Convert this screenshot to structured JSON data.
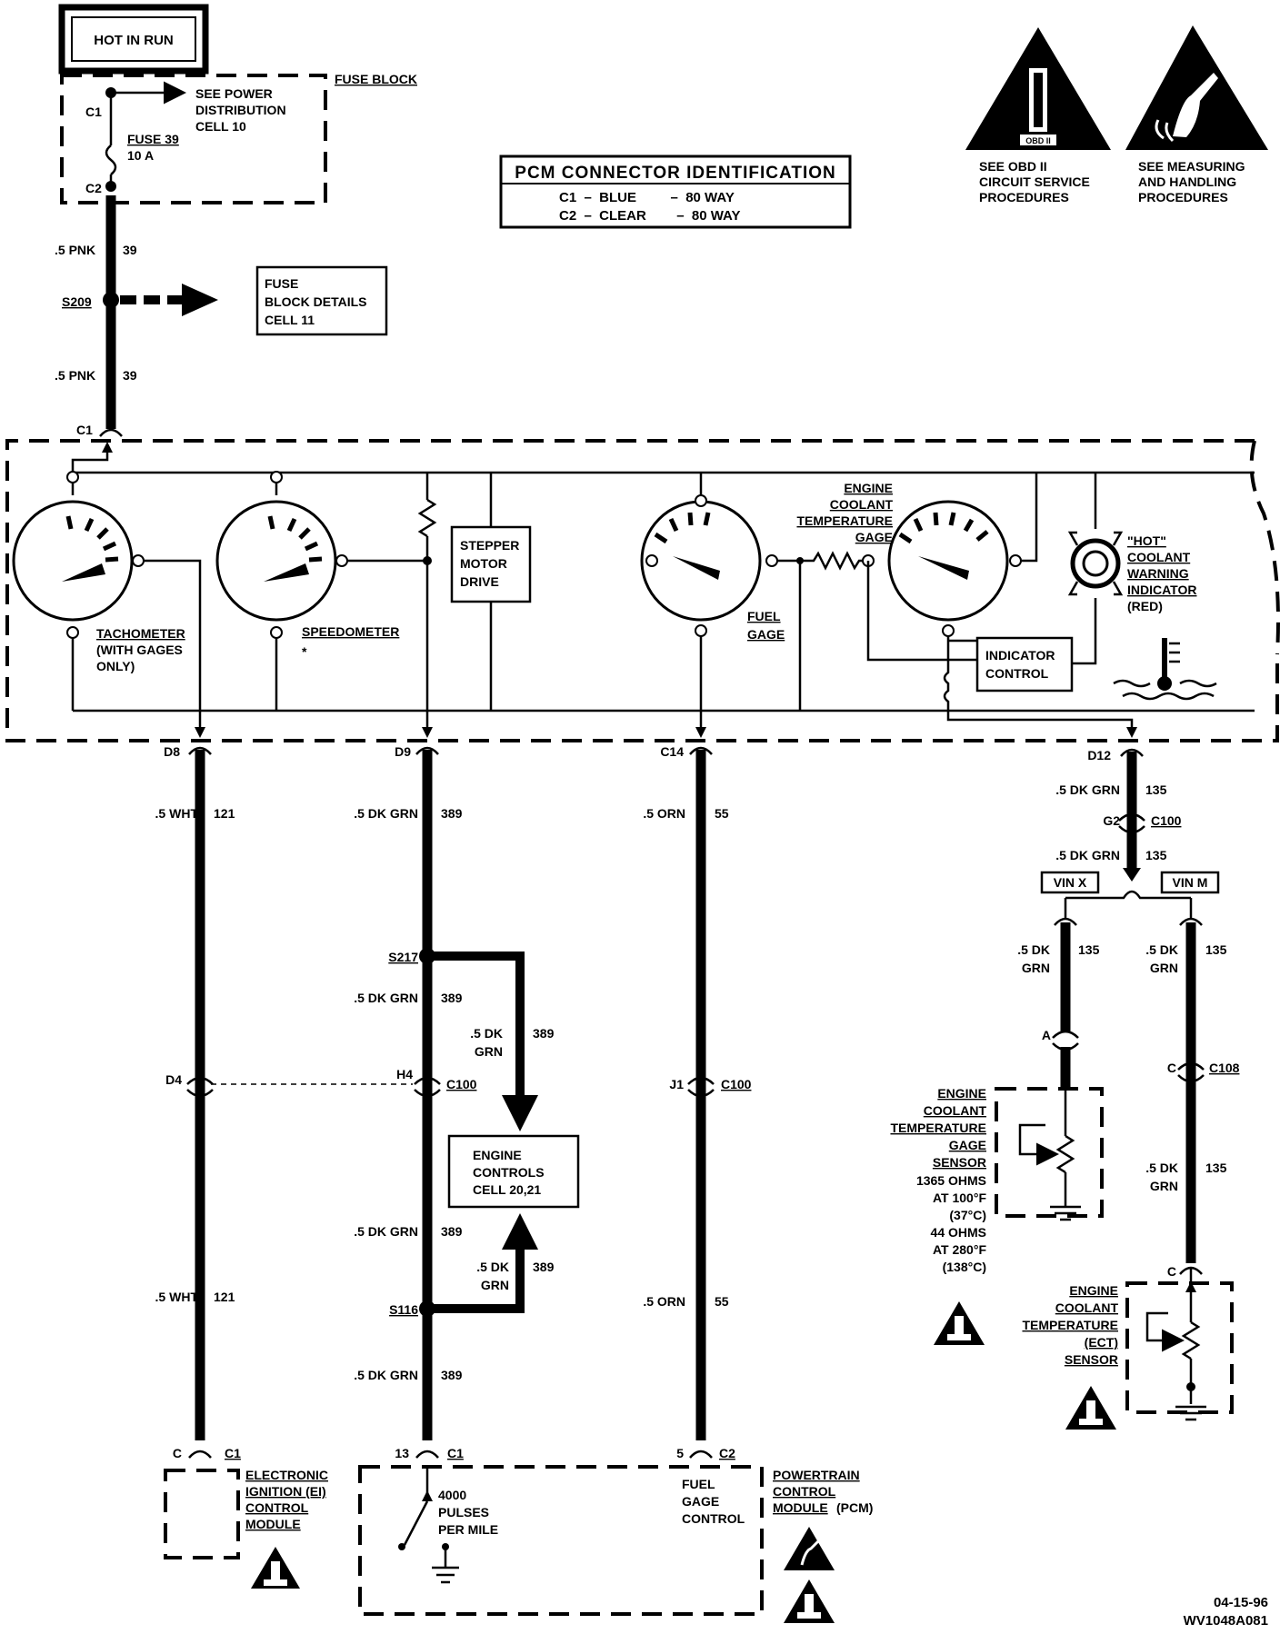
{
  "header": {
    "hot_in_run": "HOT IN RUN",
    "fuse_block": "FUSE BLOCK",
    "fuse_c1": "C1",
    "fuse_c2": "C2",
    "see_power_1": "SEE POWER",
    "see_power_2": "DISTRIBUTION",
    "see_power_3": "CELL 10",
    "fuse_name": "FUSE 39",
    "fuse_rating": "10 A"
  },
  "pcm_table": {
    "title": "PCM CONNECTOR IDENTIFICATION",
    "row1": "C1  –  BLUE         –  80 WAY",
    "row2": "C2  –  CLEAR        –  80 WAY"
  },
  "warnings": {
    "obd_label": "OBD II",
    "obd_text_1": "SEE OBD II",
    "obd_text_2": "CIRCUIT SERVICE",
    "obd_text_3": "PROCEDURES",
    "esd_text_1": "SEE MEASURING",
    "esd_text_2": "AND HANDLING",
    "esd_text_3": "PROCEDURES"
  },
  "feed": {
    "wire1_gauge": ".5 PNK",
    "wire1_circuit": "39",
    "splice": "S209",
    "fuse_details_1": "FUSE",
    "fuse_details_2": "BLOCK  DETAILS",
    "fuse_details_3": "CELL  11",
    "wire2_gauge": ".5 PNK",
    "wire2_circuit": "39",
    "ipc_connector": "C1"
  },
  "cluster": {
    "tach_1": "TACHOMETER",
    "tach_2": "(WITH GAGES",
    "tach_3": "ONLY)",
    "speedo": "SPEEDOMETER",
    "speedo_note": "*",
    "stepper_1": "STEPPER",
    "stepper_2": "MOTOR",
    "stepper_3": "DRIVE",
    "fuel_1": "FUEL",
    "fuel_2": "GAGE",
    "ect_gage_1": "ENGINE",
    "ect_gage_2": "COOLANT",
    "ect_gage_3": "TEMPERATURE",
    "ect_gage_4": "GAGE",
    "hot_1": "\"HOT\"",
    "hot_2": "COOLANT",
    "hot_3": "WARNING",
    "hot_4": "INDICATOR",
    "hot_5": "(RED)",
    "indicator_1": "INDICATOR",
    "indicator_2": "CONTROL"
  },
  "circuits": {
    "tach": {
      "pin": "D8",
      "gauge": ".5 WHT",
      "circuit": "121",
      "inline_pin": "D4",
      "gauge2": ".5 WHT",
      "circuit2": "121",
      "end_pin": "C",
      "end_conn": "C1",
      "module_1": "ELECTRONIC",
      "module_2": "IGNITION (EI)",
      "module_3": "CONTROL",
      "module_4": "MODULE"
    },
    "speedo": {
      "pin": "D9",
      "gauge": ".5 DK GRN",
      "circuit": "389",
      "splice1": "S217",
      "gauge_a": ".5 DK GRN",
      "circuit_a": "389",
      "branch_gauge_1": ".5  DK",
      "branch_gauge_2": "GRN",
      "branch_circuit": "389",
      "inline_pin": "H4",
      "inline_conn": "C100",
      "engine_ctrl_1": "ENGINE",
      "engine_ctrl_2": "CONTROLS",
      "engine_ctrl_3": "CELL  20,21",
      "gauge_b": ".5 DK GRN",
      "circuit_b": "389",
      "branch2_gauge_1": ".5 DK",
      "branch2_gauge_2": "GRN",
      "branch2_circuit": "389",
      "splice2": "S116",
      "gauge_c": ".5 DK GRN",
      "circuit_c": "389",
      "end_pin": "13",
      "end_conn": "C1",
      "pulses_1": "4000",
      "pulses_2": "PULSES",
      "pulses_3": "PER  MILE"
    },
    "fuel": {
      "pin": "C14",
      "gauge": ".5  ORN",
      "circuit": "55",
      "inline_pin": "J1",
      "inline_conn": "C100",
      "gauge2": ".5  ORN",
      "circuit2": "55",
      "end_pin": "5",
      "end_conn": "C2",
      "fgc_1": "FUEL",
      "fgc_2": "GAGE",
      "fgc_3": "CONTROL",
      "pcm_1": "POWERTRAIN",
      "pcm_2": "CONTROL",
      "pcm_3": "MODULE",
      "pcm_4": "(PCM)"
    },
    "ect": {
      "pin": "D12",
      "gauge": ".5 DK GRN",
      "circuit": "135",
      "inline_pin": "G2",
      "inline_conn": "C100",
      "gauge2": ".5 DK GRN",
      "circuit2": "135",
      "vin_x": "VIN  X",
      "vin_m": "VIN  M",
      "x_gauge_1": ".5  DK",
      "x_gauge_2": "GRN",
      "x_circuit": "135",
      "x_pin": "A",
      "sensor_1": "ENGINE",
      "sensor_2": "COOLANT",
      "sensor_3": "TEMPERATURE",
      "sensor_4": "GAGE",
      "sensor_5": "SENSOR",
      "spec_1": "1365 OHMS",
      "spec_2": "AT 100°F",
      "spec_3": "(37°C)",
      "spec_4": "44 OHMS",
      "spec_5": "AT 280°F",
      "spec_6": "(138°C)",
      "m_gauge_1": ".5  DK",
      "m_gauge_2": "GRN",
      "m_circuit": "135",
      "m_pin": "C",
      "m_conn": "C108",
      "m_gauge2_1": ".5  DK",
      "m_gauge2_2": "GRN",
      "m_circuit2": "135",
      "m_pin2": "C",
      "ect_sensor_1": "ENGINE",
      "ect_sensor_2": "COOLANT",
      "ect_sensor_3": "TEMPERATURE",
      "ect_sensor_4": "(ECT)",
      "ect_sensor_5": "SENSOR"
    }
  },
  "footer": {
    "date": "04-15-96",
    "code": "WV1048A081"
  }
}
